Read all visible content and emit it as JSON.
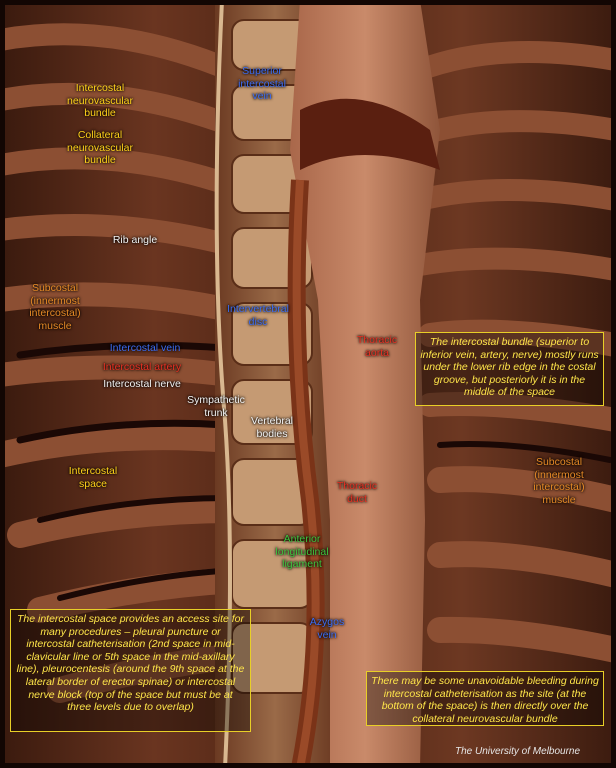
{
  "labels": {
    "intercostal_neurovascular_bundle": "Intercostal neurovascular bundle",
    "collateral_neurovascular_bundle": "Collateral neurovascular bundle",
    "rib_angle": "Rib angle",
    "subcostal_left": "Subcostal (innermost intercostal) muscle",
    "intercostal_vein": "Intercostal vein",
    "intercostal_artery": "Intercostal artery",
    "intercostal_nerve": "Intercostal nerve",
    "intercostal_space": "Intercostal space",
    "superior_intercostal_vein": "Superior intercostal vein",
    "intervertebral_disc": "Intervertebral disc",
    "sympathetic_trunk": "Sympathetic trunk",
    "vertebral_bodies": "Vertebral bodies",
    "anterior_longitudinal_ligament": "Anterior longitudinal ligament",
    "azygos_vein": "Azygos vein",
    "thoracic_aorta": "Thoracic aorta",
    "thoracic_duct": "Thoracic duct",
    "subcostal_right": "Subcostal (innermost intercostal) muscle"
  },
  "notes": {
    "intercostal_bundle": "The intercostal bundle (superior to inferior vein, artery, nerve) mostly runs under the lower rib edge in the costal groove, but posteriorly it is in the middle of the space",
    "access_site": "The intercostal space provides an access site for many procedures – pleural puncture or intercostal catheterisation (2nd space in mid-clavicular line or 5th space in the mid-axillary line), pleurocentesis (around the 9th space at the lateral border of erector spinae) or intercostal nerve block (top of the space but must be at three levels due to overlap)",
    "bleeding": "There may be some unavoidable bleeding during intercostal catheterisation as the site (at the bottom of the space) is then directly over the collateral neurovascular bundle"
  },
  "credit": "The University of Melbourne",
  "colors": {
    "yellow": "#ffd21a",
    "orange": "#e68a26",
    "blue": "#3d6cf0",
    "red": "#e63022",
    "green": "#3ec43e",
    "box_border": "#e8cf27"
  }
}
